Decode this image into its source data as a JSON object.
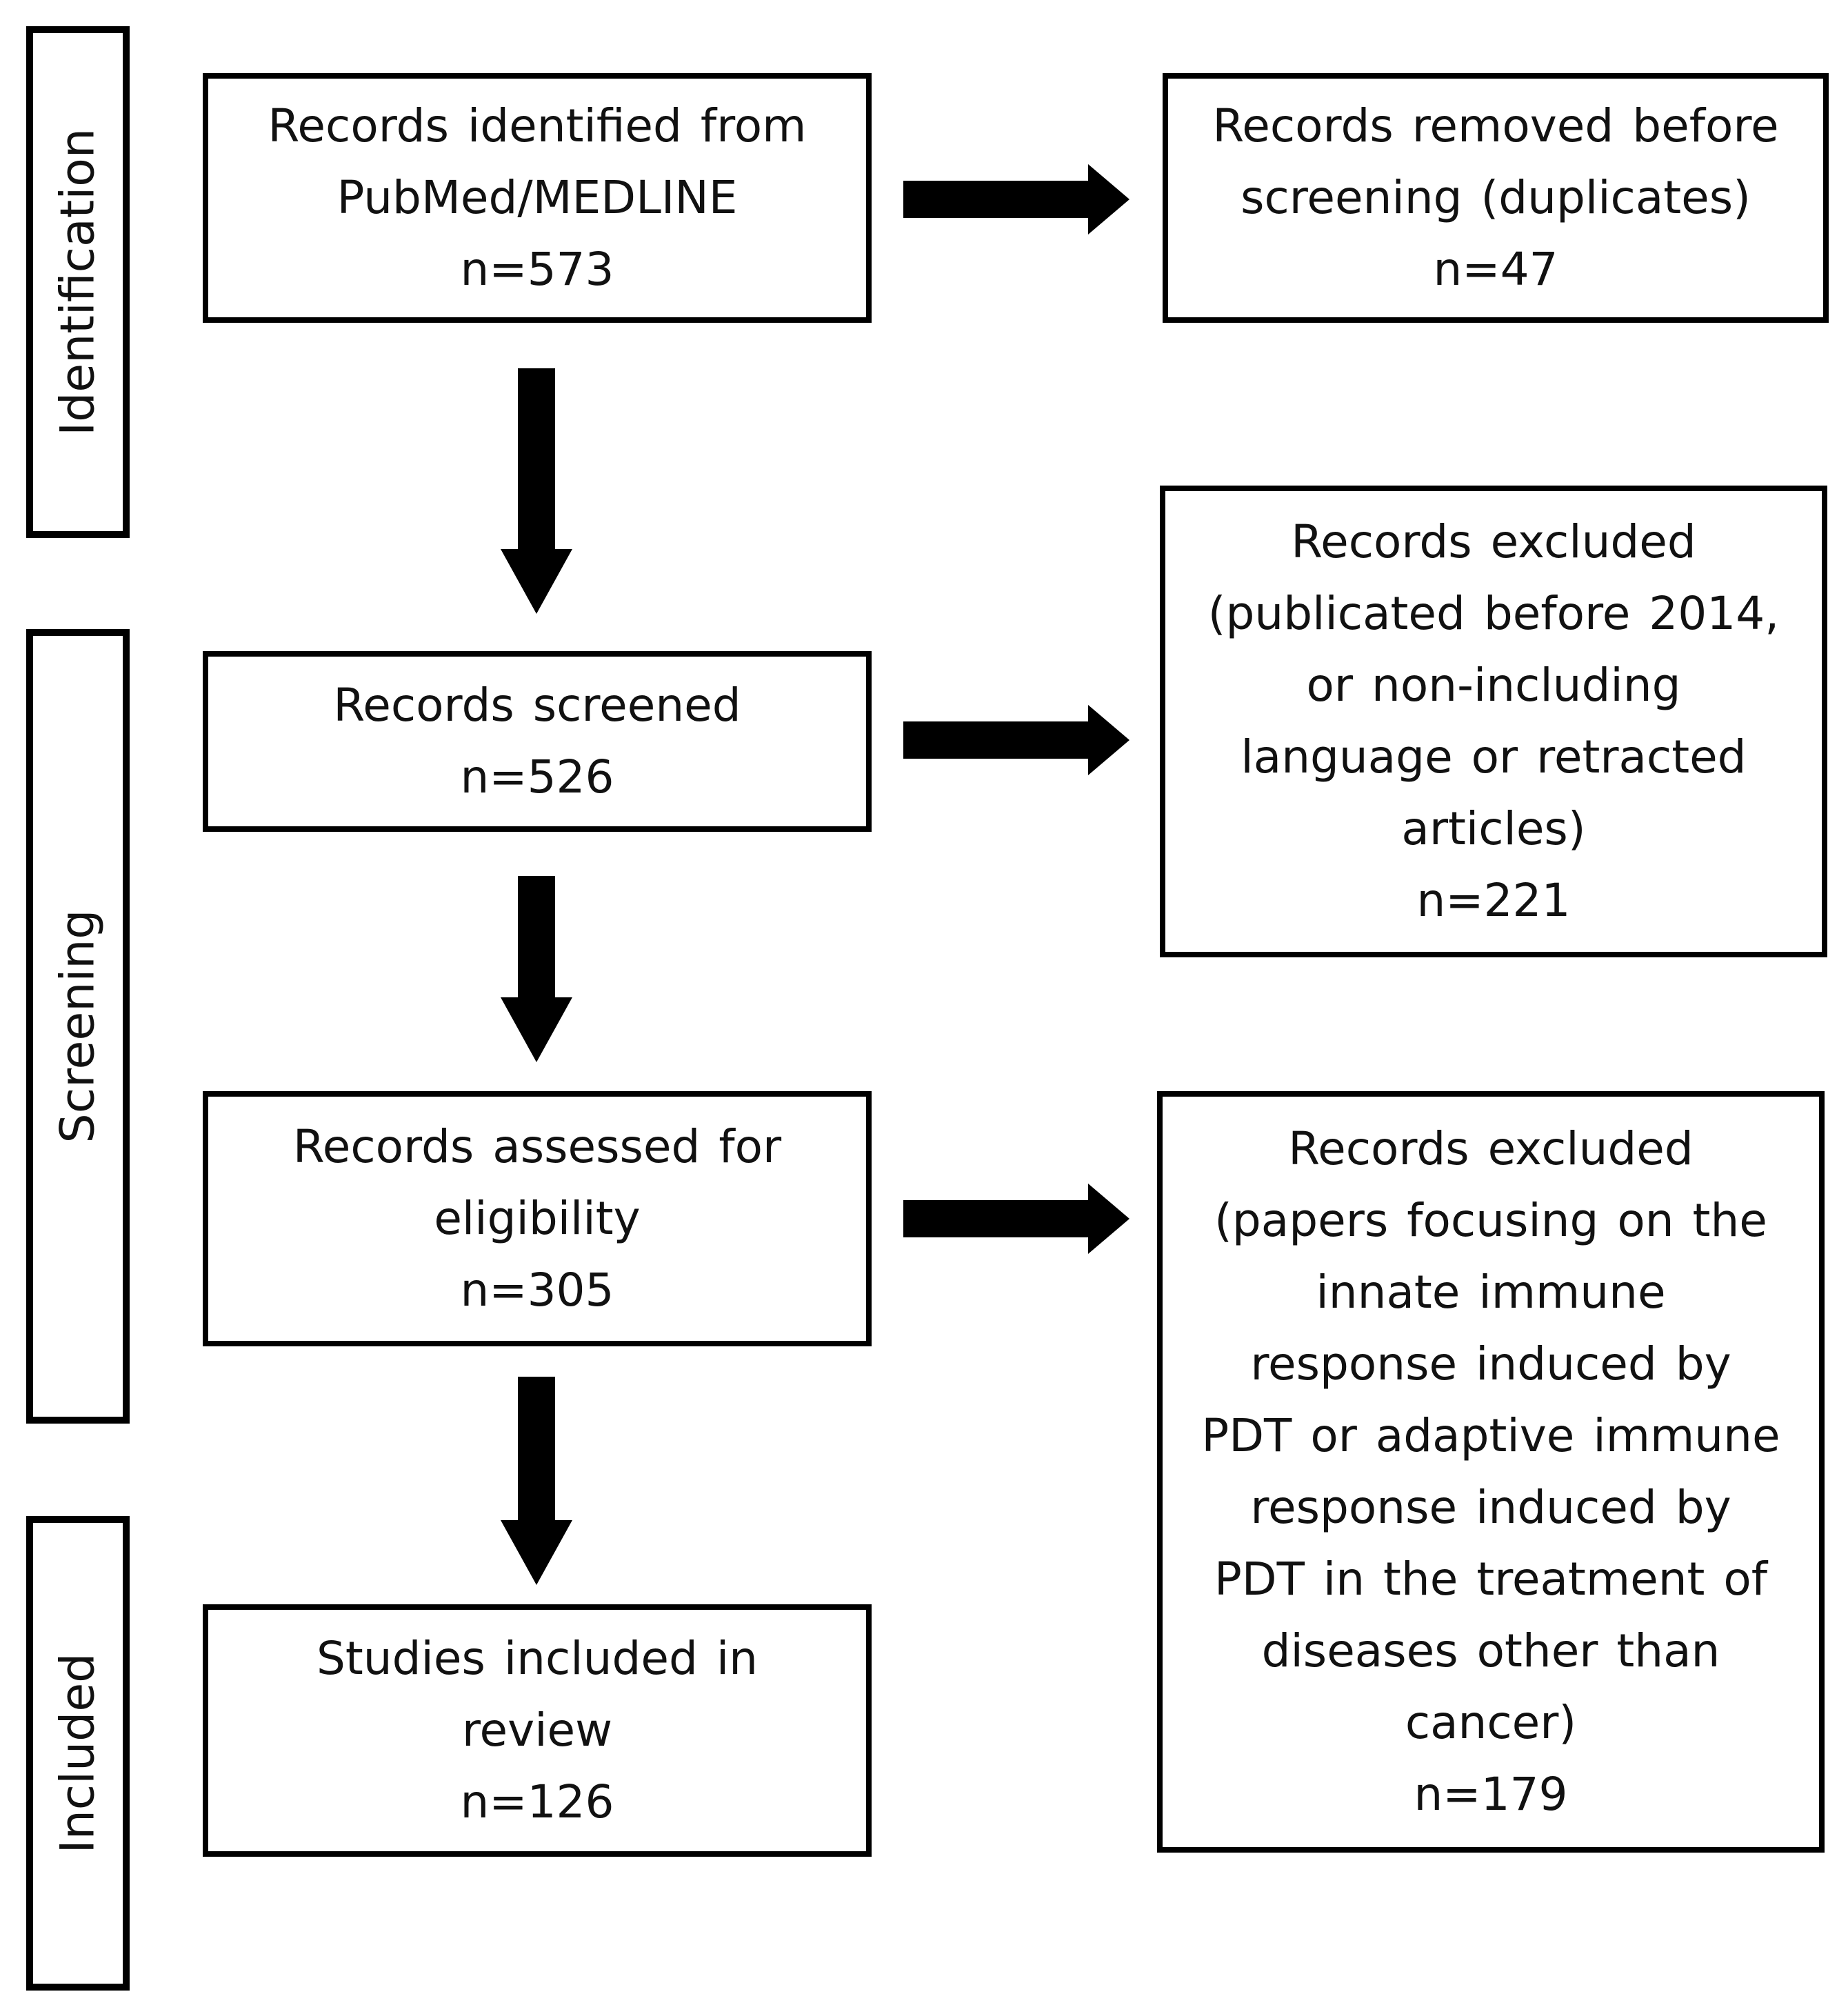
{
  "stages": [
    {
      "label": "Identification"
    },
    {
      "label": "Screening"
    },
    {
      "label": "Included"
    }
  ],
  "boxes": {
    "identified": {
      "lines": [
        "Records identified from",
        "PubMed/MEDLINE",
        "n=573"
      ]
    },
    "removed": {
      "lines": [
        "Records removed before",
        "screening (duplicates)",
        "n=47"
      ]
    },
    "screened": {
      "lines": [
        "Records screened",
        "n=526"
      ]
    },
    "excluded1": {
      "lines": [
        "Records excluded",
        "(publicated before 2014,",
        "or non-including",
        "language or retracted",
        "articles)",
        "n=221"
      ]
    },
    "assessed": {
      "lines": [
        "Records assessed for",
        "eligibility",
        "n=305"
      ]
    },
    "excluded2": {
      "lines": [
        "Records excluded",
        "(papers focusing on the",
        "innate immune",
        "response induced by",
        "PDT or adaptive immune",
        "response induced by",
        "PDT in the treatment of",
        "diseases other than",
        "cancer)",
        "n=179"
      ]
    },
    "included": {
      "lines": [
        "Studies included in",
        "review",
        "n=126"
      ]
    }
  }
}
